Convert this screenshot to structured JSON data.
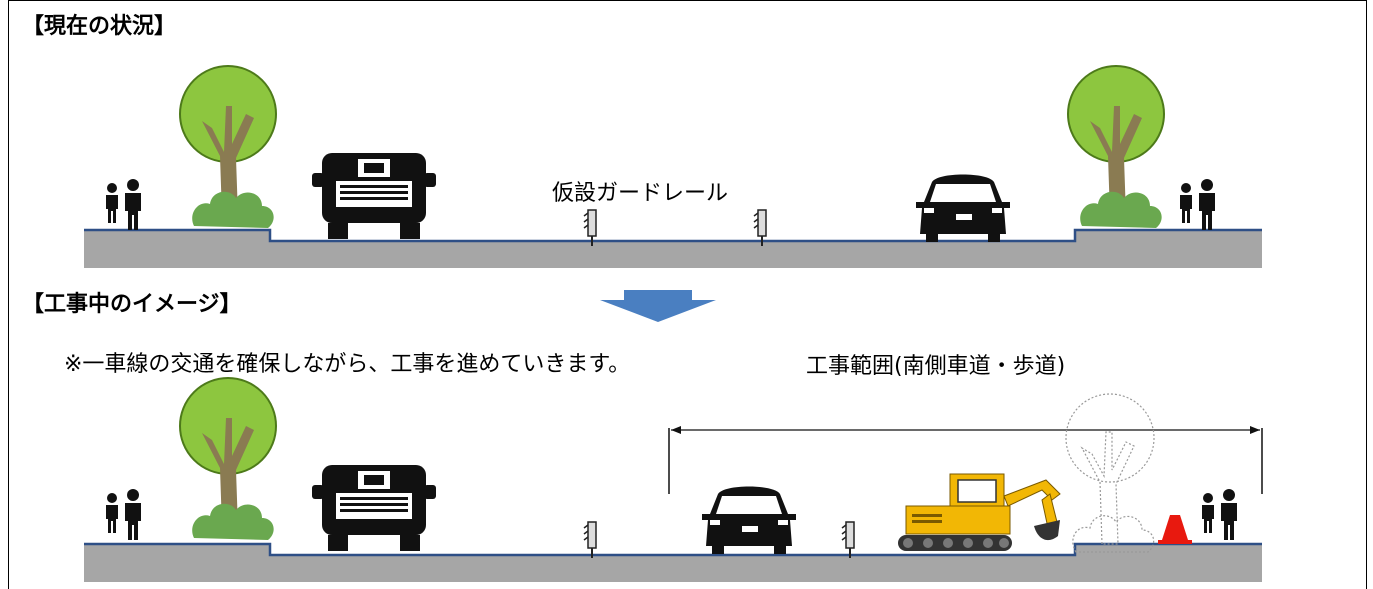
{
  "current": {
    "heading": "【現在の状況】",
    "guardrail_label": "仮設ガードレール"
  },
  "construction": {
    "heading": "【工事中のイメージ】",
    "note": "※一車線の交通を確保しながら、工事を進めていきます。",
    "range_label": "工事範囲(南側車道・歩道)"
  },
  "colors": {
    "road": "#a6a6a6",
    "road_edge": "#2e4f86",
    "tree_crown": "#8dc63f",
    "tree_trunk": "#8a7b52",
    "bush": "#6aa84f",
    "arrow": "#4a7fc1",
    "excavator": "#f2b705",
    "cone": "#e8190f"
  }
}
